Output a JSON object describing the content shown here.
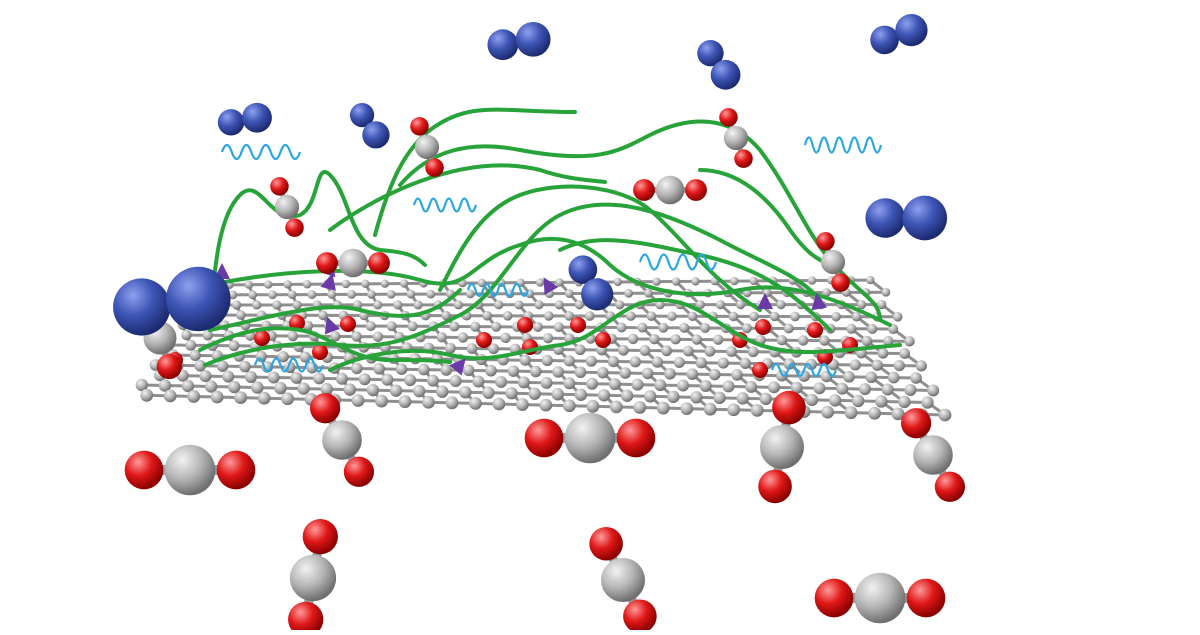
{
  "colors": {
    "background": "#ffffff",
    "graphene_atom": "#b4b4b4",
    "graphene_bond": "#8f8f8f",
    "oxygen": "#e01818",
    "carbon": "#a9a9a9",
    "nitrogen": "#3d55b5",
    "polymer_chain": "#27a33a",
    "vibration_wave": "#2aa6e0",
    "arrow_marker": "#6a3aa8"
  },
  "legend_semantics": {
    "sheet": "graphene-oxide-sheet",
    "free_molecules_below": "co2-molecule",
    "free_molecules_above": "n2-molecule",
    "chains": "polymer-chain",
    "waves": "vibration-wave",
    "triangles": "chain-end-marker"
  }
}
